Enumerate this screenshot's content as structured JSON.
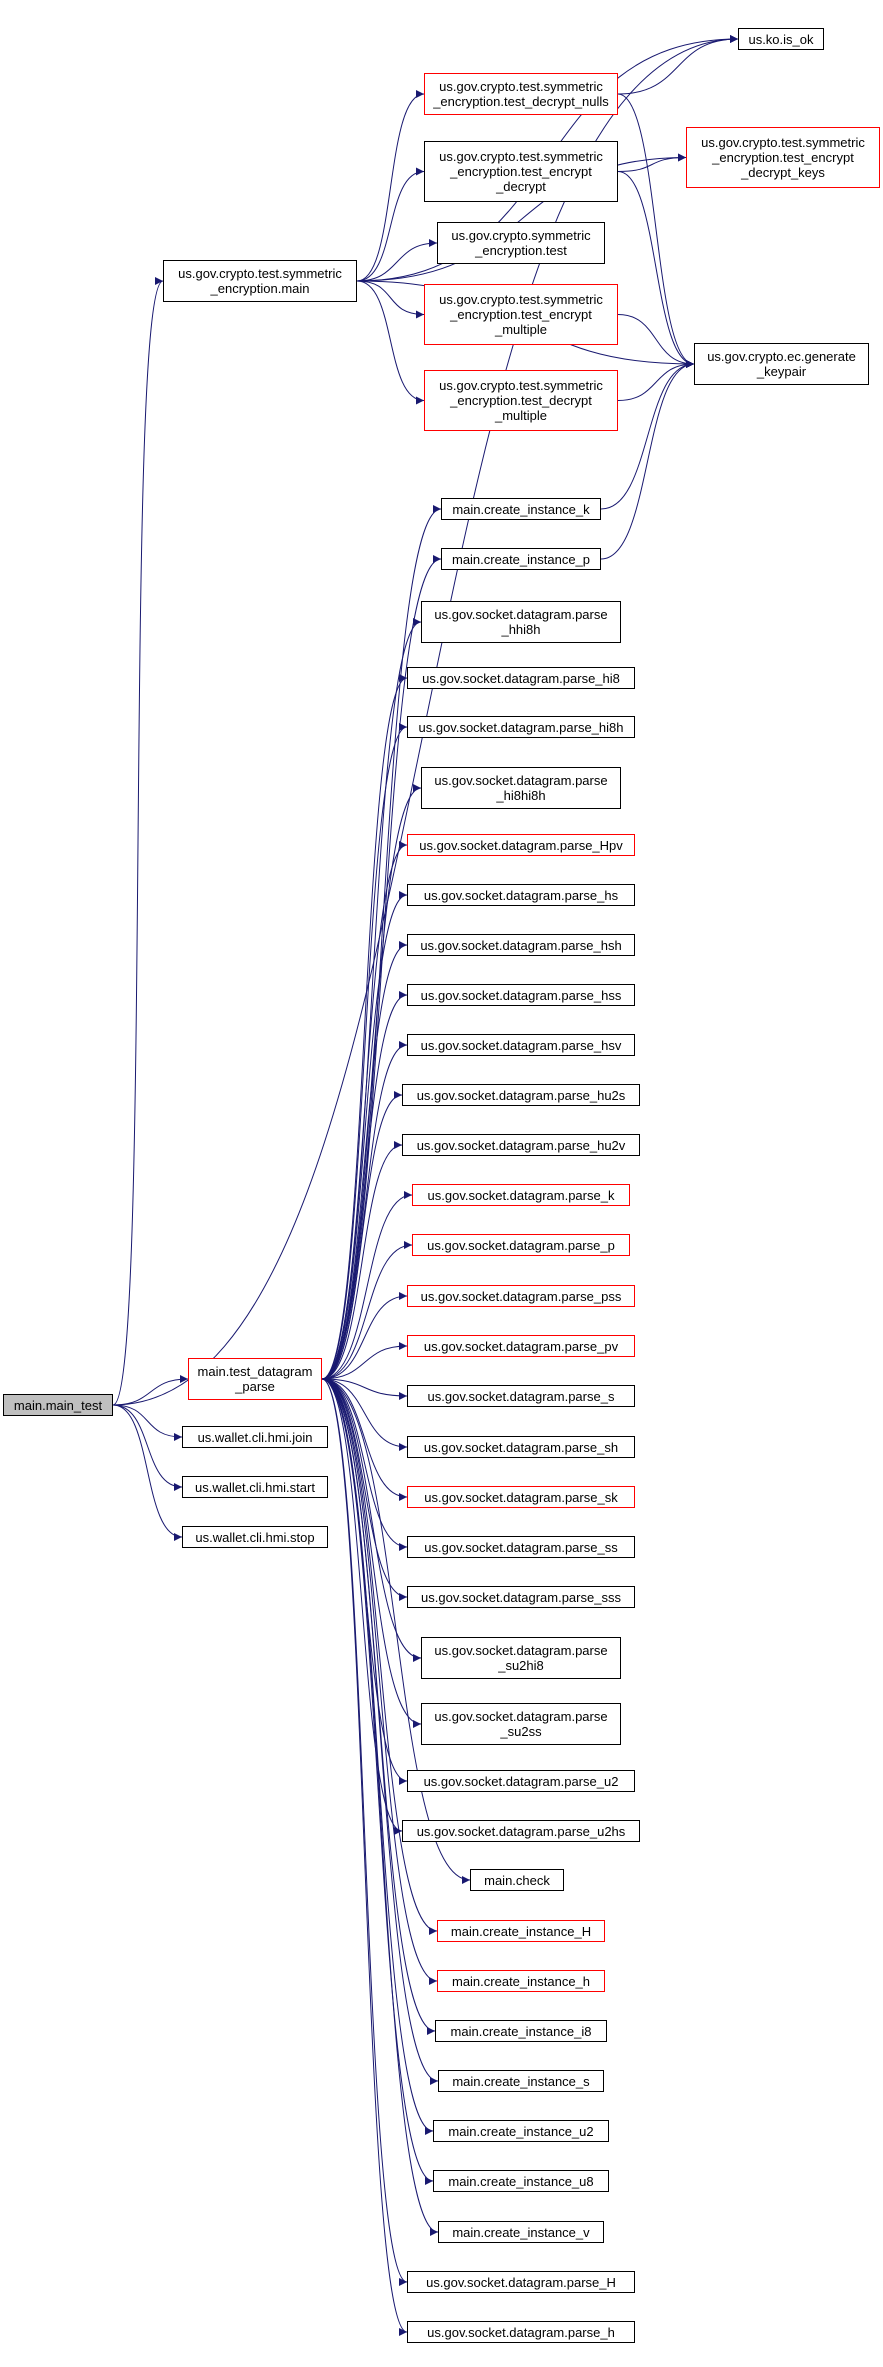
{
  "graph": {
    "edge_color": "#191970",
    "highlight_color": "#ff0000",
    "root_fill": "#bfbfbf",
    "nodes": [
      {
        "id": "main_test",
        "lines": [
          "main.main_test"
        ],
        "root": true
      },
      {
        "id": "ko_is_ok",
        "lines": [
          "us.ko.is_ok"
        ]
      },
      {
        "id": "sym_main",
        "lines": [
          "us.gov.crypto.test.symmetric",
          "_encryption.main"
        ]
      },
      {
        "id": "decrypt_nulls",
        "lines": [
          "us.gov.crypto.test.symmetric",
          "_encryption.test_decrypt_nulls"
        ],
        "red": true
      },
      {
        "id": "encrypt_decrypt_keys",
        "lines": [
          "us.gov.crypto.test.symmetric",
          "_encryption.test_encrypt",
          "_decrypt_keys"
        ],
        "red": true
      },
      {
        "id": "encrypt_decrypt",
        "lines": [
          "us.gov.crypto.test.symmetric",
          "_encryption.test_encrypt",
          "_decrypt"
        ]
      },
      {
        "id": "sym_test",
        "lines": [
          "us.gov.crypto.symmetric",
          "_encryption.test"
        ]
      },
      {
        "id": "encrypt_multiple",
        "lines": [
          "us.gov.crypto.test.symmetric",
          "_encryption.test_encrypt",
          "_multiple"
        ],
        "red": true
      },
      {
        "id": "generate_keypair",
        "lines": [
          "us.gov.crypto.ec.generate",
          "_keypair"
        ]
      },
      {
        "id": "decrypt_multiple",
        "lines": [
          "us.gov.crypto.test.symmetric",
          "_encryption.test_decrypt",
          "_multiple"
        ],
        "red": true
      },
      {
        "id": "create_instance_k",
        "lines": [
          "main.create_instance_k"
        ]
      },
      {
        "id": "create_instance_p",
        "lines": [
          "main.create_instance_p"
        ]
      },
      {
        "id": "parse_hhi8h",
        "lines": [
          "us.gov.socket.datagram.parse",
          "_hhi8h"
        ]
      },
      {
        "id": "parse_hi8",
        "lines": [
          "us.gov.socket.datagram.parse_hi8"
        ]
      },
      {
        "id": "parse_hi8h",
        "lines": [
          "us.gov.socket.datagram.parse_hi8h"
        ]
      },
      {
        "id": "parse_hi8hi8h",
        "lines": [
          "us.gov.socket.datagram.parse",
          "_hi8hi8h"
        ]
      },
      {
        "id": "parse_Hpv",
        "lines": [
          "us.gov.socket.datagram.parse_Hpv"
        ],
        "red": true
      },
      {
        "id": "parse_hs",
        "lines": [
          "us.gov.socket.datagram.parse_hs"
        ]
      },
      {
        "id": "parse_hsh",
        "lines": [
          "us.gov.socket.datagram.parse_hsh"
        ]
      },
      {
        "id": "parse_hss",
        "lines": [
          "us.gov.socket.datagram.parse_hss"
        ]
      },
      {
        "id": "parse_hsv",
        "lines": [
          "us.gov.socket.datagram.parse_hsv"
        ]
      },
      {
        "id": "parse_hu2s",
        "lines": [
          "us.gov.socket.datagram.parse_hu2s"
        ]
      },
      {
        "id": "parse_hu2v",
        "lines": [
          "us.gov.socket.datagram.parse_hu2v"
        ]
      },
      {
        "id": "parse_k",
        "lines": [
          "us.gov.socket.datagram.parse_k"
        ],
        "red": true
      },
      {
        "id": "parse_p",
        "lines": [
          "us.gov.socket.datagram.parse_p"
        ],
        "red": true
      },
      {
        "id": "parse_pss",
        "lines": [
          "us.gov.socket.datagram.parse_pss"
        ],
        "red": true
      },
      {
        "id": "test_datagram_parse",
        "lines": [
          "main.test_datagram",
          "_parse"
        ],
        "red": true
      },
      {
        "id": "parse_pv",
        "lines": [
          "us.gov.socket.datagram.parse_pv"
        ],
        "red": true
      },
      {
        "id": "hmi_join",
        "lines": [
          "us.wallet.cli.hmi.join"
        ]
      },
      {
        "id": "parse_s",
        "lines": [
          "us.gov.socket.datagram.parse_s"
        ]
      },
      {
        "id": "hmi_start",
        "lines": [
          "us.wallet.cli.hmi.start"
        ]
      },
      {
        "id": "parse_sh",
        "lines": [
          "us.gov.socket.datagram.parse_sh"
        ]
      },
      {
        "id": "parse_sk",
        "lines": [
          "us.gov.socket.datagram.parse_sk"
        ],
        "red": true
      },
      {
        "id": "hmi_stop",
        "lines": [
          "us.wallet.cli.hmi.stop"
        ]
      },
      {
        "id": "parse_ss",
        "lines": [
          "us.gov.socket.datagram.parse_ss"
        ]
      },
      {
        "id": "parse_sss",
        "lines": [
          "us.gov.socket.datagram.parse_sss"
        ]
      },
      {
        "id": "parse_su2hi8",
        "lines": [
          "us.gov.socket.datagram.parse",
          "_su2hi8"
        ]
      },
      {
        "id": "parse_su2ss",
        "lines": [
          "us.gov.socket.datagram.parse",
          "_su2ss"
        ]
      },
      {
        "id": "parse_u2",
        "lines": [
          "us.gov.socket.datagram.parse_u2"
        ]
      },
      {
        "id": "parse_u2hs",
        "lines": [
          "us.gov.socket.datagram.parse_u2hs"
        ]
      },
      {
        "id": "main_check",
        "lines": [
          "main.check"
        ]
      },
      {
        "id": "create_instance_H",
        "lines": [
          "main.create_instance_H"
        ],
        "red": true
      },
      {
        "id": "create_instance_h",
        "lines": [
          "main.create_instance_h"
        ],
        "red": true
      },
      {
        "id": "create_instance_i8",
        "lines": [
          "main.create_instance_i8"
        ]
      },
      {
        "id": "create_instance_s",
        "lines": [
          "main.create_instance_s"
        ]
      },
      {
        "id": "create_instance_u2",
        "lines": [
          "main.create_instance_u2"
        ]
      },
      {
        "id": "create_instance_u8",
        "lines": [
          "main.create_instance_u8"
        ]
      },
      {
        "id": "create_instance_v",
        "lines": [
          "main.create_instance_v"
        ]
      },
      {
        "id": "parse_H",
        "lines": [
          "us.gov.socket.datagram.parse_H"
        ]
      },
      {
        "id": "parse_h",
        "lines": [
          "us.gov.socket.datagram.parse_h"
        ]
      }
    ],
    "edges": [
      [
        "main_test",
        "ko_is_ok"
      ],
      [
        "main_test",
        "sym_main"
      ],
      [
        "main_test",
        "test_datagram_parse"
      ],
      [
        "main_test",
        "hmi_join"
      ],
      [
        "main_test",
        "hmi_start"
      ],
      [
        "main_test",
        "hmi_stop"
      ],
      [
        "sym_main",
        "ko_is_ok"
      ],
      [
        "sym_main",
        "decrypt_nulls"
      ],
      [
        "sym_main",
        "encrypt_decrypt_keys"
      ],
      [
        "sym_main",
        "encrypt_decrypt"
      ],
      [
        "sym_main",
        "sym_test"
      ],
      [
        "sym_main",
        "encrypt_multiple"
      ],
      [
        "sym_main",
        "generate_keypair"
      ],
      [
        "sym_main",
        "decrypt_multiple"
      ],
      [
        "decrypt_nulls",
        "ko_is_ok"
      ],
      [
        "decrypt_nulls",
        "generate_keypair"
      ],
      [
        "encrypt_decrypt",
        "encrypt_decrypt_keys"
      ],
      [
        "encrypt_decrypt",
        "generate_keypair"
      ],
      [
        "encrypt_multiple",
        "generate_keypair"
      ],
      [
        "decrypt_multiple",
        "generate_keypair"
      ],
      [
        "create_instance_k",
        "generate_keypair"
      ],
      [
        "create_instance_p",
        "generate_keypair"
      ],
      [
        "test_datagram_parse",
        "create_instance_k"
      ],
      [
        "test_datagram_parse",
        "create_instance_p"
      ],
      [
        "test_datagram_parse",
        "parse_hhi8h"
      ],
      [
        "test_datagram_parse",
        "parse_hi8"
      ],
      [
        "test_datagram_parse",
        "parse_hi8h"
      ],
      [
        "test_datagram_parse",
        "parse_hi8hi8h"
      ],
      [
        "test_datagram_parse",
        "parse_Hpv"
      ],
      [
        "test_datagram_parse",
        "parse_hs"
      ],
      [
        "test_datagram_parse",
        "parse_hsh"
      ],
      [
        "test_datagram_parse",
        "parse_hss"
      ],
      [
        "test_datagram_parse",
        "parse_hsv"
      ],
      [
        "test_datagram_parse",
        "parse_hu2s"
      ],
      [
        "test_datagram_parse",
        "parse_hu2v"
      ],
      [
        "test_datagram_parse",
        "parse_k"
      ],
      [
        "test_datagram_parse",
        "parse_p"
      ],
      [
        "test_datagram_parse",
        "parse_pss"
      ],
      [
        "test_datagram_parse",
        "parse_pv"
      ],
      [
        "test_datagram_parse",
        "parse_s"
      ],
      [
        "test_datagram_parse",
        "parse_sh"
      ],
      [
        "test_datagram_parse",
        "parse_sk"
      ],
      [
        "test_datagram_parse",
        "parse_ss"
      ],
      [
        "test_datagram_parse",
        "parse_sss"
      ],
      [
        "test_datagram_parse",
        "parse_su2hi8"
      ],
      [
        "test_datagram_parse",
        "parse_su2ss"
      ],
      [
        "test_datagram_parse",
        "parse_u2"
      ],
      [
        "test_datagram_parse",
        "parse_u2hs"
      ],
      [
        "test_datagram_parse",
        "main_check"
      ],
      [
        "test_datagram_parse",
        "create_instance_H"
      ],
      [
        "test_datagram_parse",
        "create_instance_h"
      ],
      [
        "test_datagram_parse",
        "create_instance_i8"
      ],
      [
        "test_datagram_parse",
        "create_instance_s"
      ],
      [
        "test_datagram_parse",
        "create_instance_u2"
      ],
      [
        "test_datagram_parse",
        "create_instance_u8"
      ],
      [
        "test_datagram_parse",
        "create_instance_v"
      ],
      [
        "test_datagram_parse",
        "parse_H"
      ],
      [
        "test_datagram_parse",
        "parse_h"
      ]
    ]
  }
}
